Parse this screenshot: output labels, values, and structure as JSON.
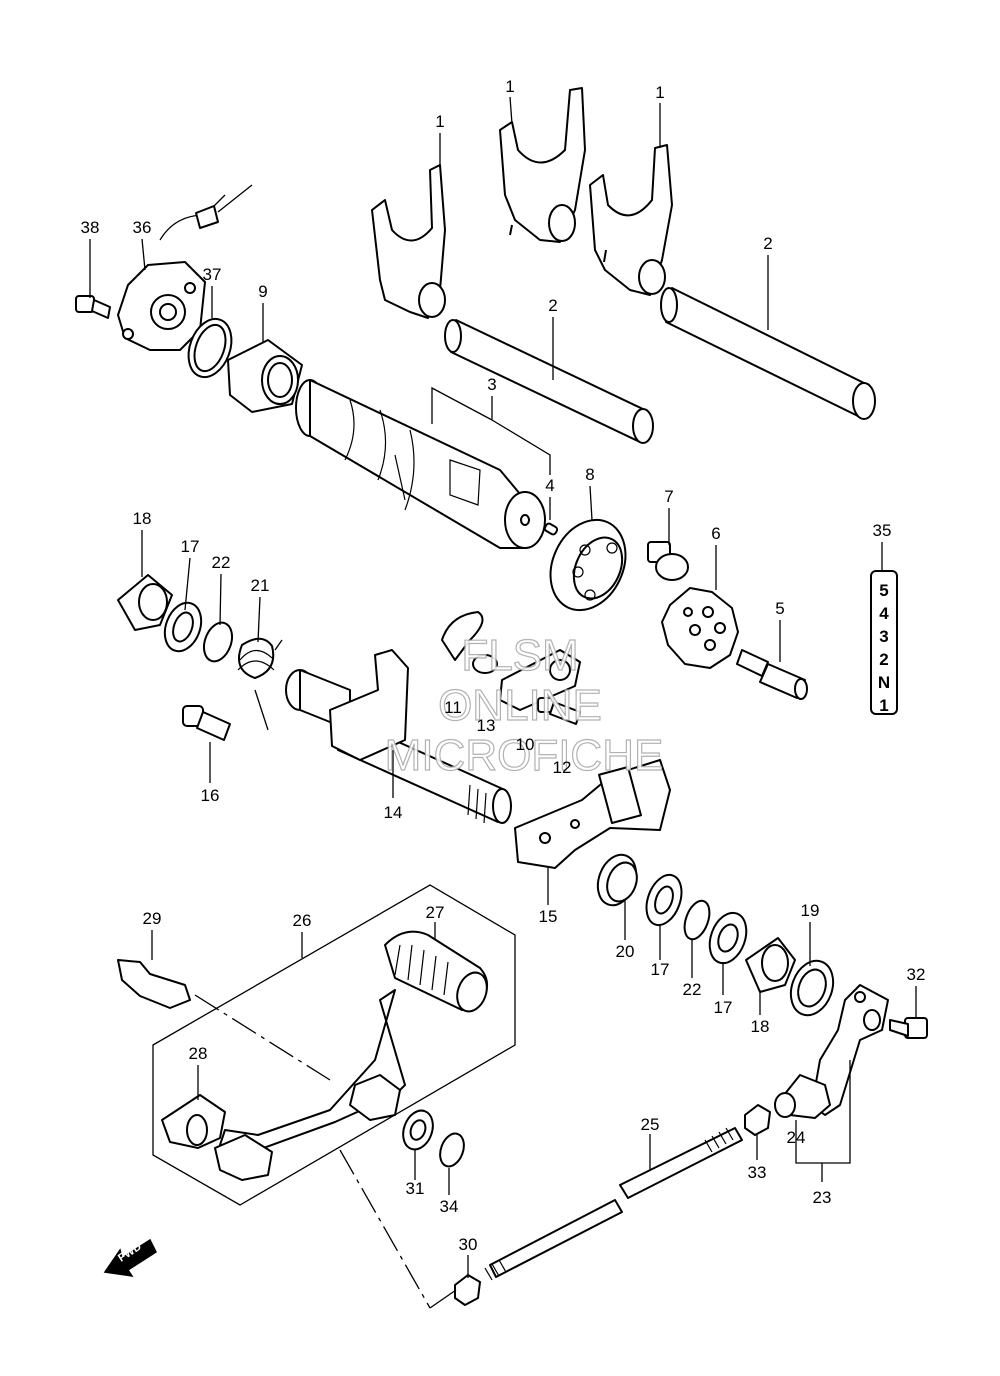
{
  "callouts": [
    {
      "id": "c1a",
      "text": "1"
    },
    {
      "id": "c1b",
      "text": "1"
    },
    {
      "id": "c1c",
      "text": "1"
    },
    {
      "id": "c2a",
      "text": "2"
    },
    {
      "id": "c2b",
      "text": "2"
    },
    {
      "id": "c3",
      "text": "3"
    },
    {
      "id": "c4",
      "text": "4"
    },
    {
      "id": "c5",
      "text": "5"
    },
    {
      "id": "c6",
      "text": "6"
    },
    {
      "id": "c7",
      "text": "7"
    },
    {
      "id": "c8",
      "text": "8"
    },
    {
      "id": "c9",
      "text": "9"
    },
    {
      "id": "c10",
      "text": "10"
    },
    {
      "id": "c11",
      "text": "11"
    },
    {
      "id": "c12",
      "text": "12"
    },
    {
      "id": "c13",
      "text": "13"
    },
    {
      "id": "c14",
      "text": "14"
    },
    {
      "id": "c15",
      "text": "15"
    },
    {
      "id": "c16",
      "text": "16"
    },
    {
      "id": "c17a",
      "text": "17"
    },
    {
      "id": "c17b",
      "text": "17"
    },
    {
      "id": "c17c",
      "text": "17"
    },
    {
      "id": "c18a",
      "text": "18"
    },
    {
      "id": "c18b",
      "text": "18"
    },
    {
      "id": "c19",
      "text": "19"
    },
    {
      "id": "c20",
      "text": "20"
    },
    {
      "id": "c21",
      "text": "21"
    },
    {
      "id": "c22a",
      "text": "22"
    },
    {
      "id": "c22b",
      "text": "22"
    },
    {
      "id": "c23",
      "text": "23"
    },
    {
      "id": "c24",
      "text": "24"
    },
    {
      "id": "c25",
      "text": "25"
    },
    {
      "id": "c26",
      "text": "26"
    },
    {
      "id": "c27",
      "text": "27"
    },
    {
      "id": "c28",
      "text": "28"
    },
    {
      "id": "c29",
      "text": "29"
    },
    {
      "id": "c30",
      "text": "30"
    },
    {
      "id": "c31",
      "text": "31"
    },
    {
      "id": "c32",
      "text": "32"
    },
    {
      "id": "c33",
      "text": "33"
    },
    {
      "id": "c34",
      "text": "34"
    },
    {
      "id": "c35",
      "text": "35"
    },
    {
      "id": "c36",
      "text": "36"
    },
    {
      "id": "c37",
      "text": "37"
    },
    {
      "id": "c38",
      "text": "38"
    }
  ],
  "gear_indicator": {
    "positions": [
      "5",
      "4",
      "3",
      "2",
      "N",
      "1"
    ]
  },
  "watermark": {
    "line1": "FLSM",
    "line2": "ONLINE",
    "line3": "MICROFICHE"
  },
  "fwd_label": "FWD"
}
